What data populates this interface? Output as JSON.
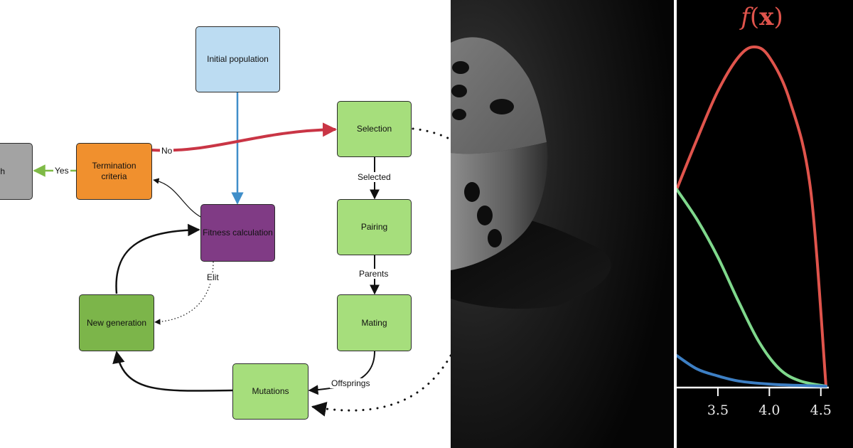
{
  "flowchart": {
    "nodes": {
      "initial_population": "Initial population",
      "selection": "Selection",
      "pairing": "Pairing",
      "mating": "Mating",
      "mutations": "Mutations",
      "new_generation": "New generation",
      "fitness_calculation": "Fitness calculation",
      "termination_criteria": "Termination\ncriteria",
      "finish": "sh"
    },
    "edge_labels": {
      "no": "No",
      "yes": "Yes",
      "selected": "Selected",
      "parents": "Parents",
      "offsprings": "Offsprings",
      "elit": "Elit"
    },
    "colors": {
      "light_blue": "#bcdcf2",
      "light_green": "#a6de7c",
      "dark_green": "#7cb54a",
      "purple": "#803b85",
      "orange": "#f0902e",
      "gray": "#a3a3a3",
      "red_edge": "#c93545",
      "blue_edge": "#3f8ec9",
      "green_edge": "#7fba46"
    }
  },
  "photo": {
    "subject": "dice"
  },
  "plot": {
    "title_func": "f",
    "title_open": "(",
    "title_var": "x",
    "title_close": ")",
    "colors": {
      "red": "#e0544c",
      "green": "#7fd88c",
      "blue": "#3d7fc4",
      "axis": "#ffffff"
    }
  },
  "chart_data": {
    "type": "line",
    "title": "f(x)",
    "x_tick_labels": [
      "3.5",
      "4.0",
      "4.5"
    ],
    "xlim": [
      3.1,
      4.55
    ],
    "ylim": [
      0,
      1.0
    ],
    "series": [
      {
        "color": "red",
        "x": [
          3.1,
          3.3,
          3.5,
          3.7,
          3.85,
          4.0,
          4.2,
          4.4,
          4.55
        ],
        "y": [
          0.58,
          0.73,
          0.87,
          0.97,
          1.0,
          0.97,
          0.84,
          0.58,
          0.0
        ]
      },
      {
        "color": "green",
        "x": [
          3.1,
          3.3,
          3.5,
          3.7,
          3.9,
          4.1,
          4.3,
          4.55
        ],
        "y": [
          0.58,
          0.49,
          0.38,
          0.25,
          0.13,
          0.05,
          0.015,
          0.0
        ]
      },
      {
        "color": "blue",
        "x": [
          3.1,
          3.3,
          3.5,
          3.7,
          4.0,
          4.3,
          4.55
        ],
        "y": [
          0.09,
          0.05,
          0.03,
          0.015,
          0.006,
          0.002,
          0.0
        ]
      }
    ]
  }
}
